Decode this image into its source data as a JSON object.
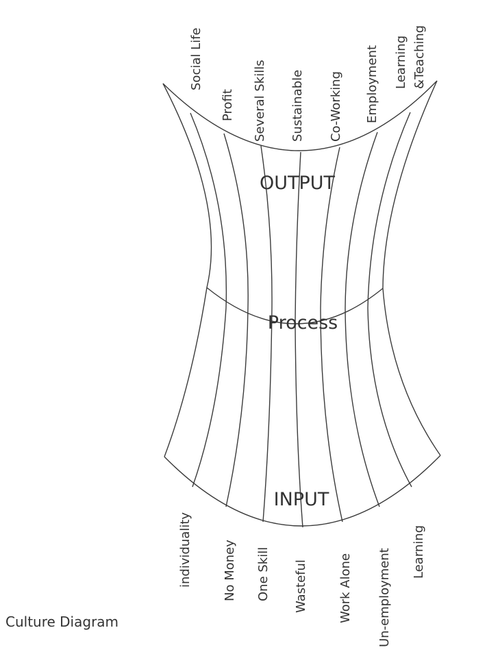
{
  "title": "Culture Diagram",
  "sections": {
    "output": "OUTPUT",
    "process": "Process",
    "input": "INPUT"
  },
  "output_labels": [
    "Social Life",
    "Profit",
    "Several Skills",
    "Sustainable",
    "Co-Working",
    "Employment",
    "Learning",
    "&Teaching"
  ],
  "input_labels": [
    "individuality",
    "No Money",
    "One Skill",
    "Wasteful",
    "Work Alone",
    "Un-employment",
    "Learning"
  ],
  "colors": {
    "stroke": "#3a3a3a",
    "text": "#333333",
    "background": "#ffffff"
  }
}
